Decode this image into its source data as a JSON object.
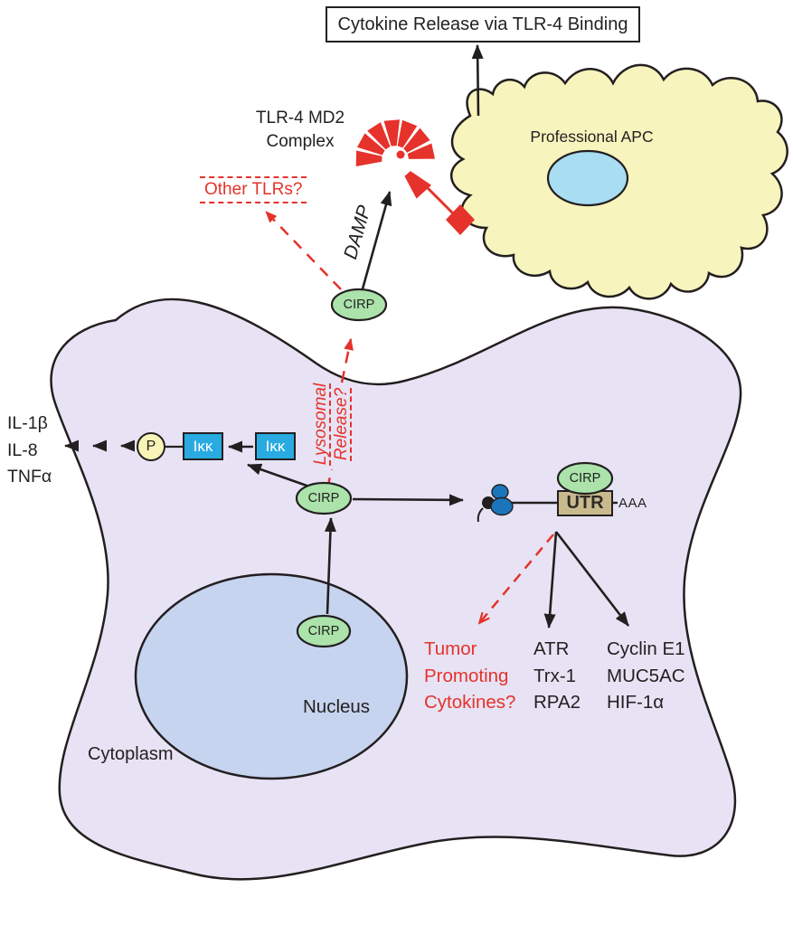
{
  "diagram": {
    "title_box": "Cytokine Release via TLR-4 Binding",
    "apc_label": "Professional APC",
    "tlr4_line1": "TLR-4 MD2",
    "tlr4_line2": "Complex",
    "other_tlrs": "Other TLRs?",
    "damp": "DAMP",
    "lysosomal_line1": "Lysosomal",
    "lysosomal_line2": "Release?",
    "cirp_label": "CIRP",
    "secreted_cytokines": [
      "IL-1β",
      "IL-8",
      "TNFα"
    ],
    "ikk_label": "Iκκ",
    "phospho_label": "P",
    "utr_label": "UTR",
    "polya_label": "AAA",
    "nucleus_label": "Nucleus",
    "cytoplasm_label": "Cytoplasm",
    "tumor_question": [
      "Tumor",
      "Promoting",
      "Cytokines?"
    ],
    "targets_dna_damage": [
      "ATR",
      "Trx-1",
      "RPA2"
    ],
    "targets_oncogenic": [
      "Cyclin E1",
      "MUC5AC",
      "HIF-1α"
    ],
    "colors": {
      "cell_fill": "#e7e3f4",
      "nucleus_fill": "#c6d4ef",
      "apc_fill": "#f7f4bd",
      "apc_nucleus_fill": "#a8ddf2",
      "cirp_fill": "#abe3ab",
      "ikk_fill": "#29abe2",
      "utr_fill": "#c9ba8d",
      "ribosome_fill": "#1b75bb",
      "phospho_fill": "#f8f3b6",
      "accent_red": "#e5322b",
      "outline": "#231f20"
    }
  }
}
